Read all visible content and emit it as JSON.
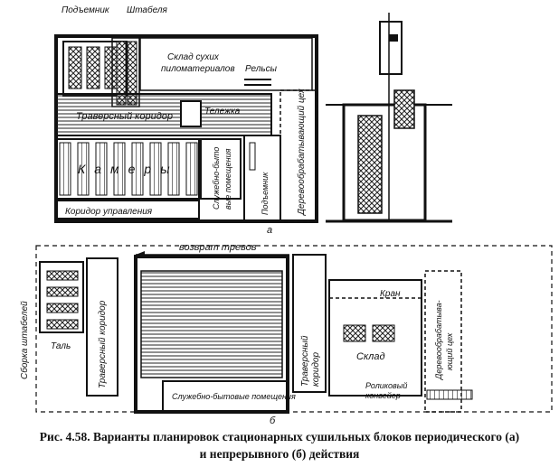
{
  "labels": {
    "a_lift": "Подъемник",
    "a_stacks": "Штабеля",
    "a_warehouse_line1": "Склад сухих",
    "a_warehouse_line2": "пиломатериалов",
    "a_rails": "Рельсы",
    "a_woodwork": "Деревообрабатывающий цех",
    "a_corridor": "Траверсный коридор",
    "a_trolley": "Тележка",
    "a_chambers": "Камеры",
    "a_service_line1": "Служебно-быто",
    "a_service_line2": "вые помещения",
    "a_lift2": "Подъемник",
    "a_control": "Коридор управления",
    "a_letter": "а",
    "b_return": "возврат тревов",
    "b_crane": "Кран",
    "b_assembly": "Сборка штабелей",
    "b_hoist": "Таль",
    "b_corridor1": "Траверсный коридор",
    "b_corridor2_line1": "Траверсный",
    "b_corridor2_line2": "коридор",
    "b_warehouse": "Склад",
    "b_woodwork_line1": "Деревообрабатыва-",
    "b_woodwork_line2": "ющий цех",
    "b_roller_line1": "Роликовый",
    "b_roller_line2": "конвейер",
    "b_service": "Служебно-бытовые помещения",
    "b_letter": "б"
  },
  "caption": {
    "line1": "Рис. 4.58. Варианты планировок стационарных сушильных блоков периодического (а)",
    "line2": "и непрерывного (б) действия"
  }
}
